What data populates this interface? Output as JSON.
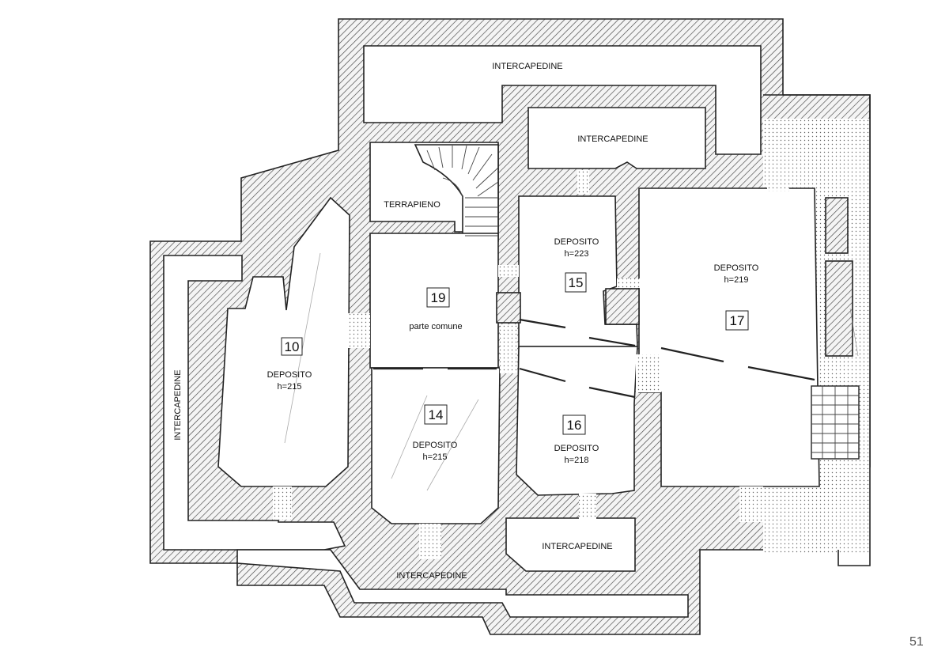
{
  "plan": {
    "labels": {
      "intercapedine_top": "INTERCAPEDINE",
      "intercapedine_upper": "INTERCAPEDINE",
      "intercapedine_left": "INTERCAPEDINE",
      "intercapedine_bottom": "INTERCAPEDINE",
      "intercapedine_bottom_right": "INTERCAPEDINE",
      "terrapieno": "TERRAPIENO"
    },
    "rooms": [
      {
        "id": "room-10",
        "number": "10",
        "use": "DEPOSITO",
        "height": "h=215"
      },
      {
        "id": "room-14",
        "number": "14",
        "use": "DEPOSITO",
        "height": "h=215"
      },
      {
        "id": "room-15",
        "number": "15",
        "use": "DEPOSITO",
        "height": "h=223"
      },
      {
        "id": "room-16",
        "number": "16",
        "use": "DEPOSITO",
        "height": "h=218"
      },
      {
        "id": "room-17",
        "number": "17",
        "use": "DEPOSITO",
        "height": "h=219"
      },
      {
        "id": "room-19",
        "number": "19",
        "use": "parte comune",
        "height": ""
      }
    ],
    "page_number": "51"
  }
}
